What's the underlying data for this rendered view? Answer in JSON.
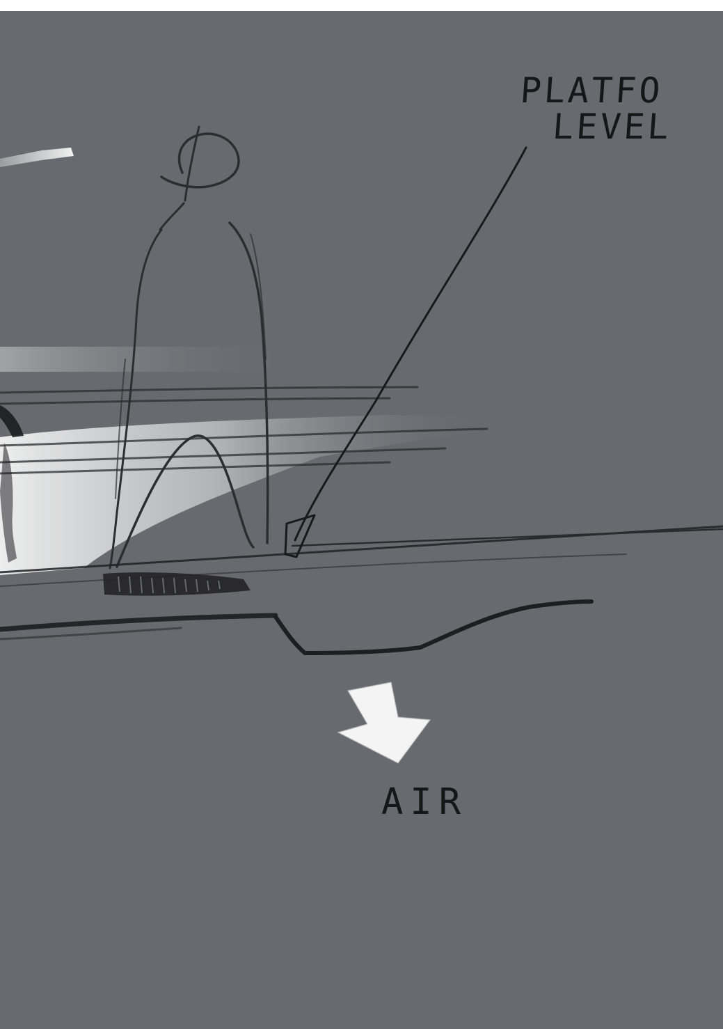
{
  "labels": {
    "platform_line1": "PLATFO",
    "platform_line2": "LEVEL",
    "air": "AIR"
  },
  "colors": {
    "background": "#676b6f",
    "ink": "#151617",
    "highlight": "#e8e8e8"
  },
  "icons": {
    "arrow": "down-arrow-icon"
  }
}
